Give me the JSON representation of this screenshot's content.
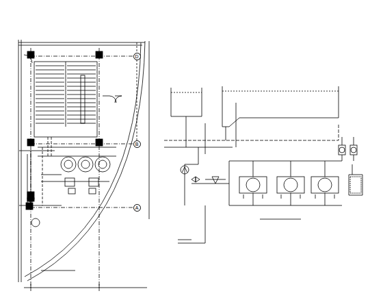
{
  "diagram": {
    "nodes": [
      {
        "text": [
          "D"
        ]
      },
      {
        "text": [
          "B"
        ]
      },
      {
        "text": [
          "A"
        ]
      }
    ]
  }
}
